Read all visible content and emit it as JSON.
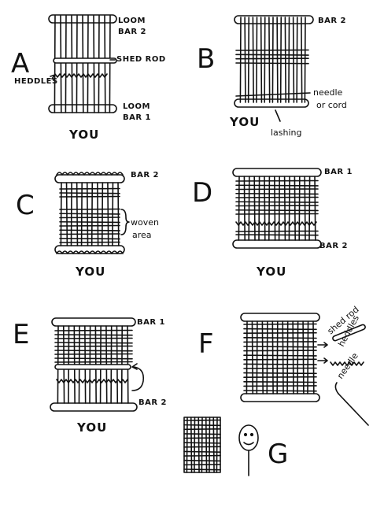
{
  "panels": {
    "a": {
      "letter": "A",
      "bar2": "LOOM BAR 2",
      "bar2_l1": "LOOM",
      "bar2_l2": "BAR 2",
      "shed": "SHED ROD",
      "heddles": "HEDDLES",
      "bar1_l1": "LOOM",
      "bar1_l2": "BAR 1",
      "you": "YOU"
    },
    "b": {
      "letter": "B",
      "bar2": "BAR 2",
      "needle_l1": "needle",
      "needle_l2": "or cord",
      "you": "YOU",
      "lashing": "lashing"
    },
    "c": {
      "letter": "C",
      "bar2": "BAR 2",
      "woven_l1": "woven",
      "woven_l2": "area",
      "you": "YOU"
    },
    "d": {
      "letter": "D",
      "bar1": "BAR 1",
      "bar2": "BAR 2",
      "you": "YOU"
    },
    "e": {
      "letter": "E",
      "bar1": "BAR 1",
      "bar2": "BAR 2",
      "you": "YOU"
    },
    "f": {
      "letter": "F",
      "shed": "shed rod",
      "heddles": "heddles",
      "needle": "needle"
    },
    "g": {
      "letter": "G"
    }
  },
  "colors": {
    "ink": "#111111",
    "paper": "#ffffff"
  }
}
